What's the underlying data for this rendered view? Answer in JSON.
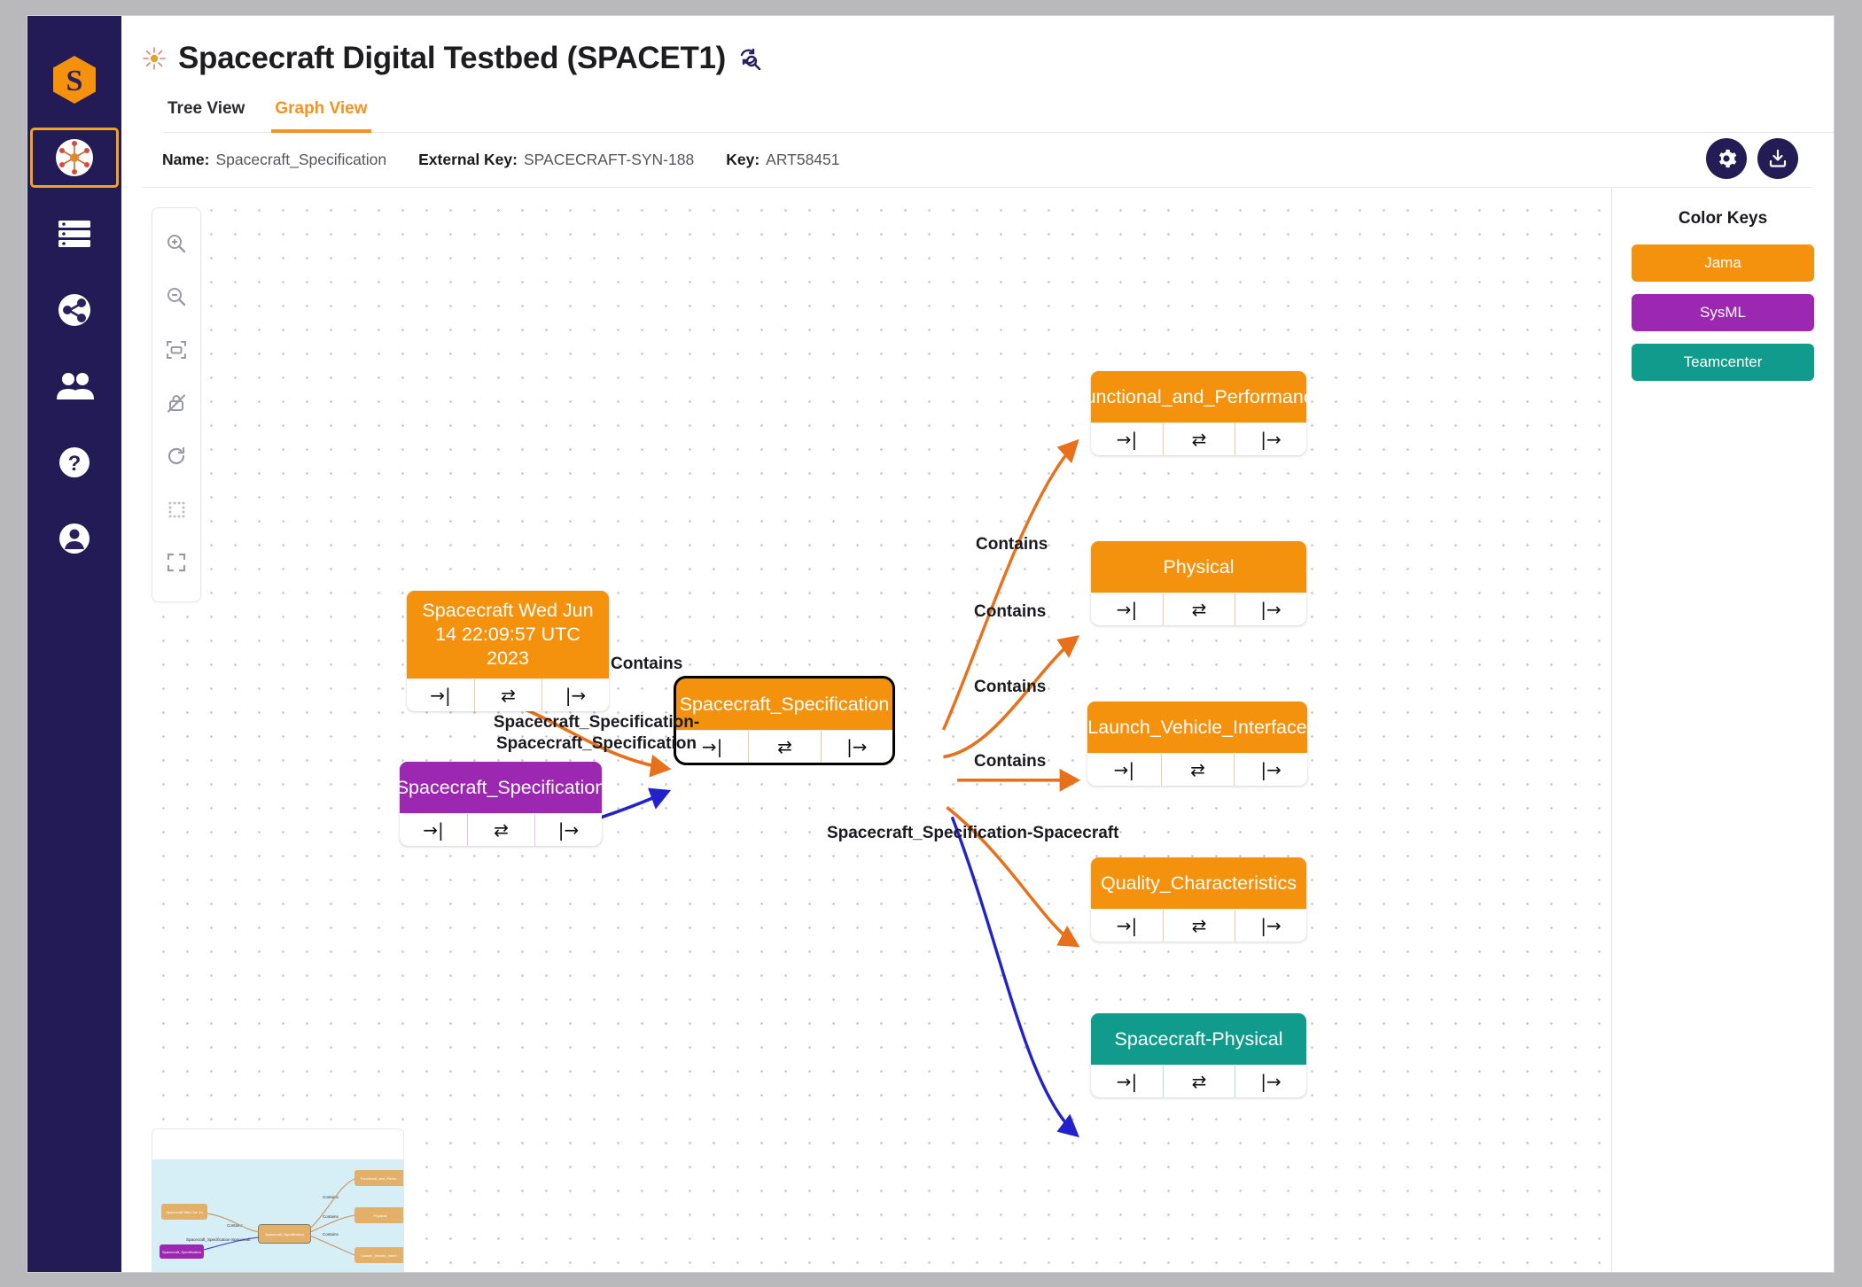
{
  "sidebar": {
    "logo": "syndeia-hexagon-logo",
    "items": [
      {
        "name": "dashboard-hub",
        "icon": "hub-network-icon",
        "active": true
      },
      {
        "name": "list",
        "icon": "list-icon",
        "active": false
      },
      {
        "name": "share",
        "icon": "share-nodes-icon",
        "active": false
      },
      {
        "name": "users",
        "icon": "people-icon",
        "active": false
      },
      {
        "name": "help",
        "icon": "question-circle-icon",
        "active": false
      },
      {
        "name": "account",
        "icon": "user-circle-icon",
        "active": false
      }
    ]
  },
  "header": {
    "title": "Spacecraft Digital Testbed (SPACET1)",
    "title_icon": "asterisk-sun-icon",
    "refresh_icon": "refresh-search-icon"
  },
  "tabs": [
    {
      "label": "Tree View",
      "active": false
    },
    {
      "label": "Graph View",
      "active": true
    }
  ],
  "meta": {
    "fields": [
      {
        "label": "Name:",
        "value": "Spacecraft_Specification"
      },
      {
        "label": "External Key:",
        "value": "SPACECRAFT-SYN-188"
      },
      {
        "label": "Key:",
        "value": "ART58451"
      }
    ],
    "actions": [
      {
        "name": "settings-button",
        "icon": "gear-icon"
      },
      {
        "name": "download-button",
        "icon": "download-icon"
      }
    ]
  },
  "graph_toolbar": [
    {
      "name": "zoom-in-button",
      "icon": "zoom-in-icon"
    },
    {
      "name": "zoom-out-button",
      "icon": "zoom-out-icon"
    },
    {
      "name": "fit-to-screen-button",
      "icon": "fit-screen-icon"
    },
    {
      "name": "lock-toggle-button",
      "icon": "lock-off-icon"
    },
    {
      "name": "refresh-button",
      "icon": "refresh-icon"
    },
    {
      "name": "grid-toggle-button",
      "icon": "grid-dots-icon"
    },
    {
      "name": "fullscreen-button",
      "icon": "fullscreen-icon"
    }
  ],
  "node_footer_icons": [
    "→|",
    "⇄",
    "|→"
  ],
  "graph": {
    "nodes": [
      {
        "id": "n-spacecraft-date",
        "label": "Spacecraft Wed Jun 14 22:09:57 UTC 2023",
        "type": "jama",
        "selected": false
      },
      {
        "id": "n-sysml-spec",
        "label": "Spacecraft_Specification",
        "type": "sysml",
        "selected": false
      },
      {
        "id": "n-center-spec",
        "label": "Spacecraft_Specification",
        "type": "jama",
        "selected": true
      },
      {
        "id": "n-functional",
        "label": "Functional_and_Performance",
        "type": "jama",
        "selected": false
      },
      {
        "id": "n-physical",
        "label": "Physical",
        "type": "jama",
        "selected": false
      },
      {
        "id": "n-launch",
        "label": "Launch_Vehicle_Interface",
        "type": "jama",
        "selected": false
      },
      {
        "id": "n-quality",
        "label": "Quality_Characteristics",
        "type": "jama",
        "selected": false
      },
      {
        "id": "n-teamcenter",
        "label": "Spacecraft-Physical",
        "type": "teamcenter",
        "selected": false
      }
    ],
    "edge_labels": [
      {
        "id": "e-contains-left",
        "text": "Contains"
      },
      {
        "id": "e-contains-func",
        "text": "Contains"
      },
      {
        "id": "e-contains-phys",
        "text": "Contains"
      },
      {
        "id": "e-contains-launch",
        "text": "Contains"
      },
      {
        "id": "e-contains-quality",
        "text": "Contains"
      },
      {
        "id": "e-sysml-link",
        "text": "Spacecraft_Specification-Spacecraft_Specification"
      },
      {
        "id": "e-teamcenter-link",
        "text": "Spacecraft_Specification-Spacecraft-Physical"
      }
    ]
  },
  "color_keys": {
    "title": "Color Keys",
    "items": [
      {
        "label": "Jama",
        "color": "#f5920d"
      },
      {
        "label": "SysML",
        "color": "#9c27b0"
      },
      {
        "label": "Teamcenter",
        "color": "#119b8c"
      }
    ]
  },
  "minimap": {
    "name": "graph-minimap"
  }
}
